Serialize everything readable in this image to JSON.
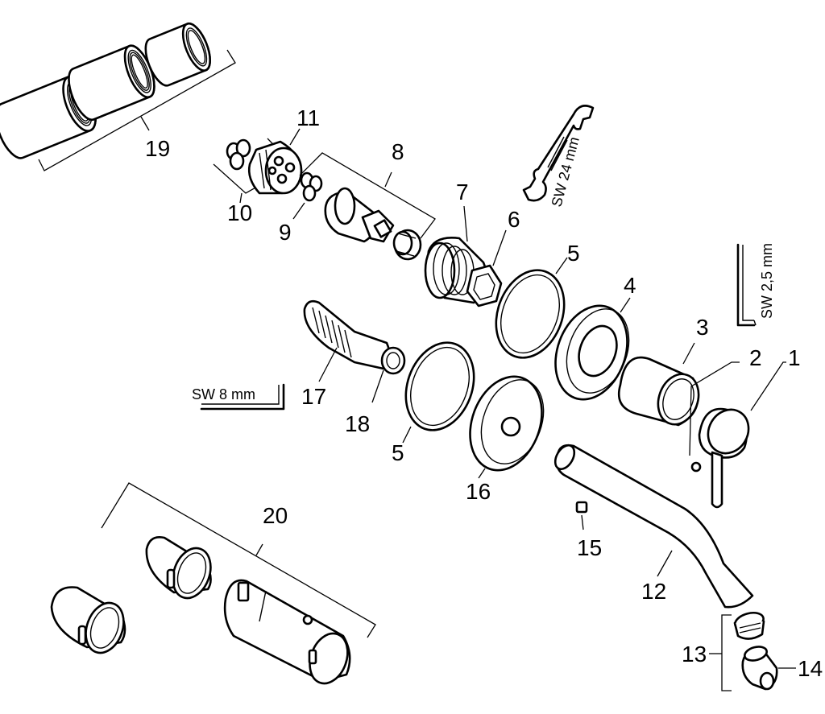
{
  "labels": {
    "l1": "1",
    "l2": "2",
    "l3": "3",
    "l4": "4",
    "l5a": "5",
    "l5b": "5",
    "l6": "6",
    "l7": "7",
    "l8": "8",
    "l9": "9",
    "l10": "10",
    "l11": "11",
    "l12": "12",
    "l13": "13",
    "l14": "14",
    "l15": "15",
    "l16": "16",
    "l17": "17",
    "l18": "18",
    "l19": "19",
    "l20": "20"
  },
  "tools": {
    "wrench": "SW 24 mm",
    "hex_25": "SW 2,5 mm",
    "hex_8": "SW 8 mm"
  },
  "colors": {
    "line": "#000000",
    "background": "#ffffff"
  }
}
